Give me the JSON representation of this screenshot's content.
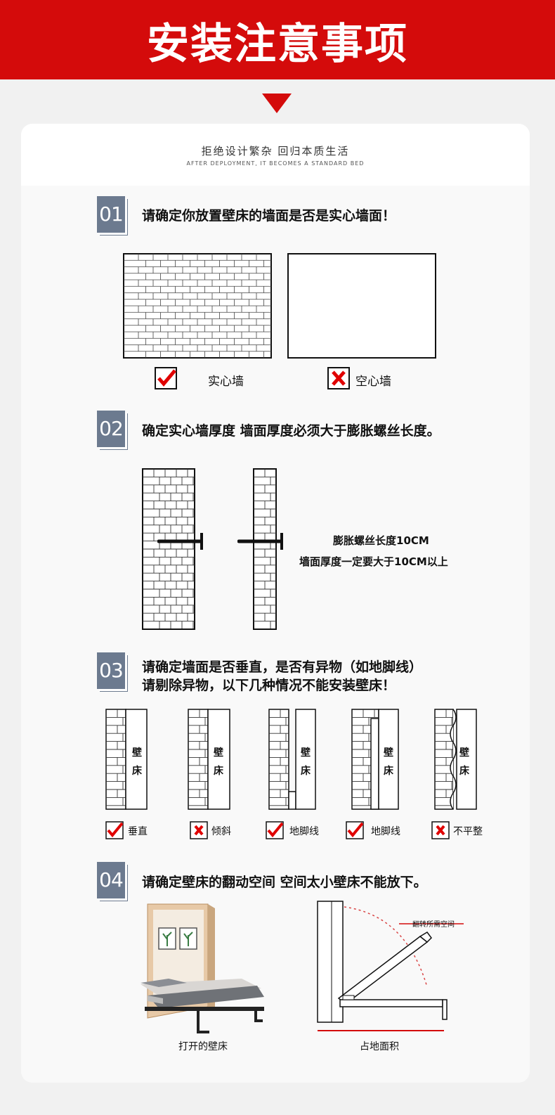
{
  "banner": {
    "title": "安装注意事项"
  },
  "intro": {
    "slogan": "拒绝设计繁杂 回归本质生活",
    "slogan_en": "AFTER DEPLOYMENT, IT BECOMES A STANDARD BED"
  },
  "steps": [
    {
      "number": "01",
      "title": "请确定你放置壁床的墙面是否是实心墙面！",
      "options": [
        {
          "label": "实心墙",
          "status": "correct"
        },
        {
          "label": "空心墙",
          "status": "wrong"
        }
      ]
    },
    {
      "number": "02",
      "title": "确定实心墙厚度  墙面厚度必须大于膨胀螺丝长度。",
      "note_line1": "膨胀螺丝长度10CM",
      "note_line2": "墙面厚度一定要大于10CM以上"
    },
    {
      "number": "03",
      "title_line1": "请确定墙面是否垂直，是否有异物（如地脚线）",
      "title_line2": "请剔除异物，以下几种情况不能安装壁床！",
      "bed_char1": "壁",
      "bed_char2": "床",
      "cases": [
        {
          "label": "垂直",
          "status": "correct"
        },
        {
          "label": "倾斜",
          "status": "wrong"
        },
        {
          "label": "地脚线",
          "status": "correct"
        },
        {
          "label": "地脚线",
          "status": "correct"
        },
        {
          "label": "不平整",
          "status": "wrong"
        }
      ]
    },
    {
      "number": "04",
      "title": "请确定壁床的翻动空间 空间太小壁床不能放下。",
      "photo_caption": "打开的壁床",
      "diagram_caption": "占地面积",
      "diagram_note": "翻转所需空间"
    }
  ],
  "colors": {
    "brand_red": "#d40b0b",
    "badge": "#6c7a8f",
    "check": "#e00000"
  }
}
